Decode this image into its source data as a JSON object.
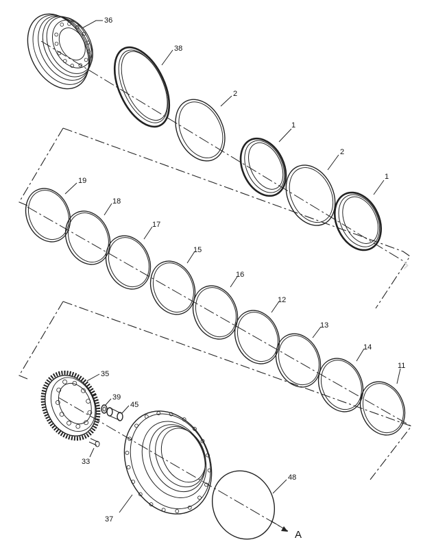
{
  "diagram": {
    "callouts": {
      "p36": "36",
      "p38": "38",
      "p2a": "2",
      "p1a": "1",
      "p2b": "2",
      "p1b": "1",
      "p19": "19",
      "p18": "18",
      "p17": "17",
      "p15": "15",
      "p16": "16",
      "p12": "12",
      "p13": "13",
      "p14": "14",
      "p11": "11",
      "p35": "35",
      "p39": "39",
      "p45": "45",
      "p33": "33",
      "p37": "37",
      "p48": "48"
    },
    "view_marker": "A",
    "next_arrow_icon": "chevron-right-icon"
  }
}
